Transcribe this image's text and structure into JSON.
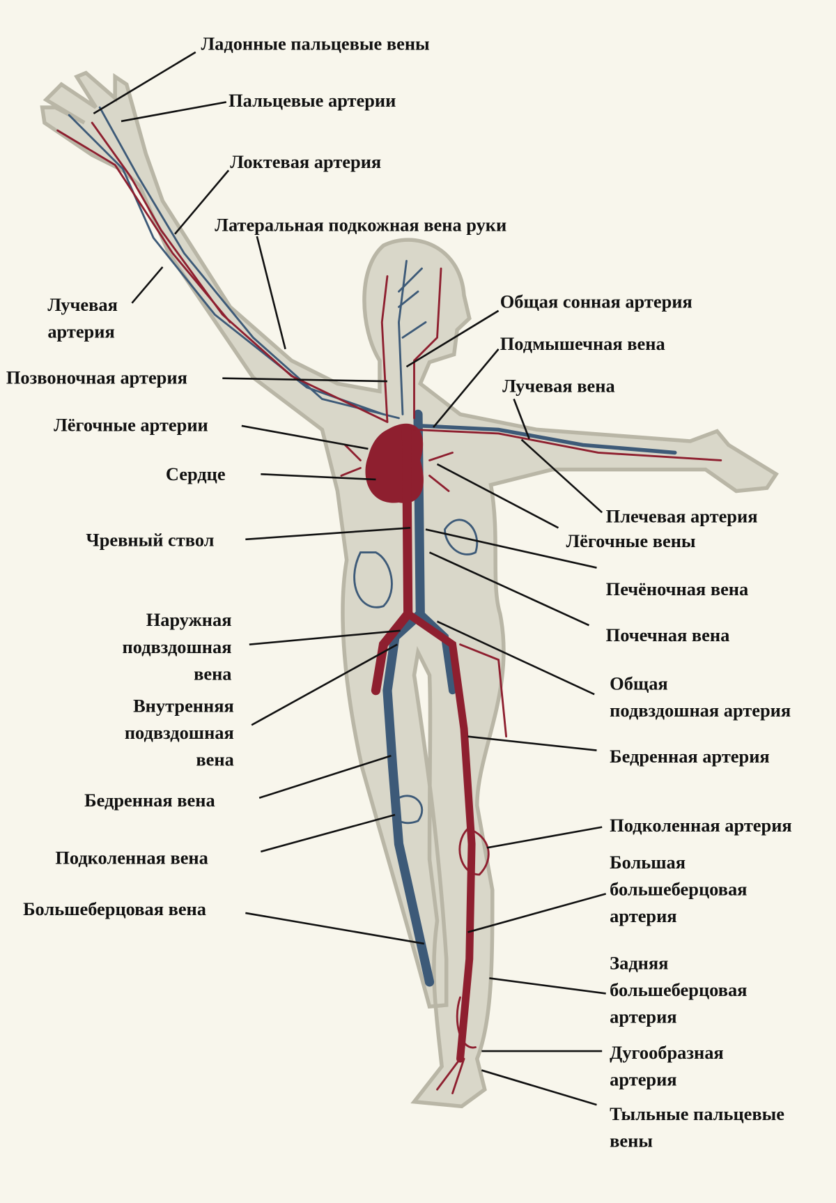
{
  "colors": {
    "background": "#f8f6ec",
    "body": "#d9d7c9",
    "artery": "#8e1f2f",
    "vein": "#3d5a78"
  },
  "labels": [
    {
      "lines": [
        "Ладонные пальцевые вены"
      ]
    },
    {
      "lines": [
        "Пальцевые артерии"
      ]
    },
    {
      "lines": [
        "Локтевая артерия"
      ]
    },
    {
      "lines": [
        "Латеральная подкожная вена руки"
      ]
    },
    {
      "lines": [
        "Лучевая",
        "артерия"
      ]
    },
    {
      "lines": [
        "Позвоночная артерия"
      ]
    },
    {
      "lines": [
        "Лёгочные артерии"
      ]
    },
    {
      "lines": [
        "Сердце"
      ]
    },
    {
      "lines": [
        "Чревный ствол"
      ]
    },
    {
      "lines": [
        "Наружная",
        "подвздошная",
        "вена"
      ]
    },
    {
      "lines": [
        "Внутренняя",
        "подвздошная",
        "вена"
      ]
    },
    {
      "lines": [
        "Бедренная вена"
      ]
    },
    {
      "lines": [
        "Подколенная вена"
      ]
    },
    {
      "lines": [
        "Большеберцовая вена"
      ]
    },
    {
      "lines": [
        "Общая сонная артерия"
      ]
    },
    {
      "lines": [
        "Подмышечная вена"
      ]
    },
    {
      "lines": [
        "Лучевая вена"
      ]
    },
    {
      "lines": [
        "Плечевая артерия"
      ]
    },
    {
      "lines": [
        "Лёгочные вены"
      ]
    },
    {
      "lines": [
        "Печёночная вена"
      ]
    },
    {
      "lines": [
        "Почечная вена"
      ]
    },
    {
      "lines": [
        "Общая",
        "подвздошная артерия"
      ]
    },
    {
      "lines": [
        "Бедренная артерия"
      ]
    },
    {
      "lines": [
        "Подколенная артерия"
      ]
    },
    {
      "lines": [
        "Большая",
        "большеберцовая",
        "артерия"
      ]
    },
    {
      "lines": [
        "Задняя",
        "большеберцовая",
        "артерия"
      ]
    },
    {
      "lines": [
        "Дугообразная",
        "артерия"
      ]
    },
    {
      "lines": [
        "Тыльные пальцевые",
        "вены"
      ]
    }
  ]
}
